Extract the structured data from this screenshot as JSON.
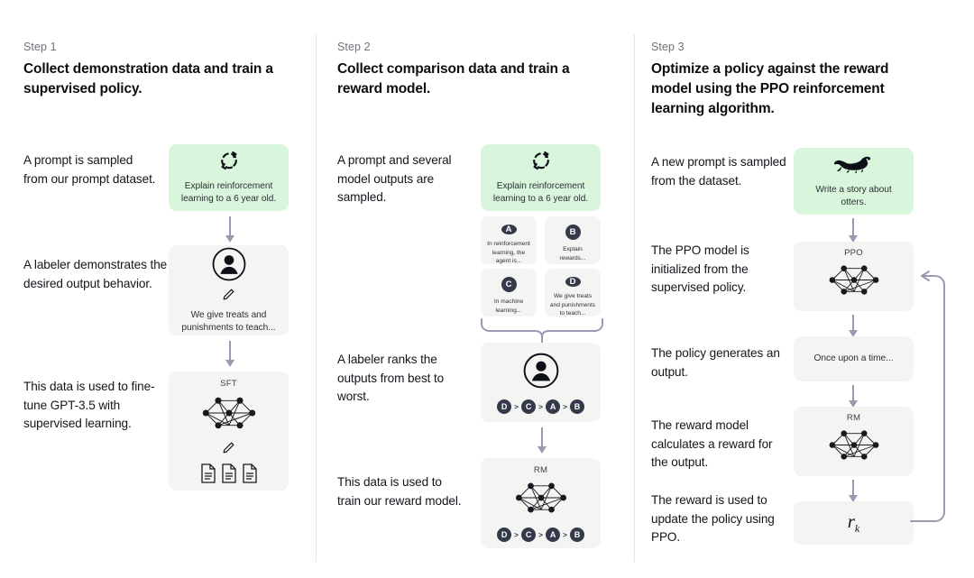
{
  "figure": {
    "title": "InstructGPT / RLHF three-step training diagram",
    "accent_green": "#d9f6dc",
    "panel_grey": "#f4f4f3",
    "arrow_color": "#9b99b2",
    "badge_color": "#343a4a"
  },
  "columns": [
    {
      "step_label": "Step 1",
      "step_title": "Collect demonstration data and train a supervised policy.",
      "descriptions": [
        "A prompt is sampled from our prompt dataset.",
        "A labeler demonstrates the desired output behavior.",
        "This data is used to fine-tune GPT-3.5 with supervised learning."
      ],
      "panels": [
        {
          "kind": "prompt",
          "icon": "refresh-dashed-icon",
          "caption": "Explain reinforcement learning to a 6 year old.",
          "tag": ""
        },
        {
          "kind": "labeler",
          "icon": "person-circle-icon",
          "caption": "We give treats and punishments to teach...",
          "tag": ""
        },
        {
          "kind": "model",
          "icon": "neural-network-icon",
          "caption": "",
          "tag": "SFT"
        }
      ]
    },
    {
      "step_label": "Step 2",
      "step_title": "Collect comparison data and train a reward model.",
      "descriptions": [
        "A prompt and several model outputs are sampled.",
        "A labeler ranks the outputs from best to worst.",
        "This data is used to train our reward model."
      ],
      "panels": [
        {
          "kind": "prompt",
          "icon": "refresh-dashed-icon",
          "caption": "Explain reinforcement learning to a 6 year old.",
          "tag": ""
        },
        {
          "kind": "labeler-rank",
          "icon": "person-circle-icon",
          "caption": "",
          "tag": ""
        },
        {
          "kind": "model-rank",
          "icon": "neural-network-icon",
          "caption": "",
          "tag": "RM"
        }
      ],
      "options": [
        {
          "badge": "A",
          "text": "In reinforcement learning, the agent is..."
        },
        {
          "badge": "B",
          "text": "Explain rewards..."
        },
        {
          "badge": "C",
          "text": "In machine learning..."
        },
        {
          "badge": "D",
          "text": "We give treats and punishments to teach..."
        }
      ],
      "ranking": [
        "D",
        "C",
        "A",
        "B"
      ],
      "ranking_separator": ">"
    },
    {
      "step_label": "Step 3",
      "step_title": "Optimize a policy against the reward model using the PPO reinforcement learning algorithm.",
      "descriptions": [
        "A new prompt is sampled from the dataset.",
        "The PPO model is initialized from the supervised policy.",
        "The policy generates an output.",
        "The reward model calculates a reward for the output.",
        "The reward is used to update the policy using PPO."
      ],
      "panels": [
        {
          "kind": "prompt-otter",
          "icon": "otter-icon",
          "caption": "Write a story about otters.",
          "tag": ""
        },
        {
          "kind": "model",
          "icon": "neural-network-icon",
          "caption": "",
          "tag": "PPO"
        },
        {
          "kind": "output",
          "icon": "",
          "caption": "Once upon a time...",
          "tag": ""
        },
        {
          "kind": "model",
          "icon": "neural-network-icon",
          "caption": "",
          "tag": "RM"
        },
        {
          "kind": "reward",
          "icon": "",
          "caption": "",
          "tag": "",
          "reward_symbol": "r",
          "reward_subscript": "k"
        }
      ]
    }
  ]
}
